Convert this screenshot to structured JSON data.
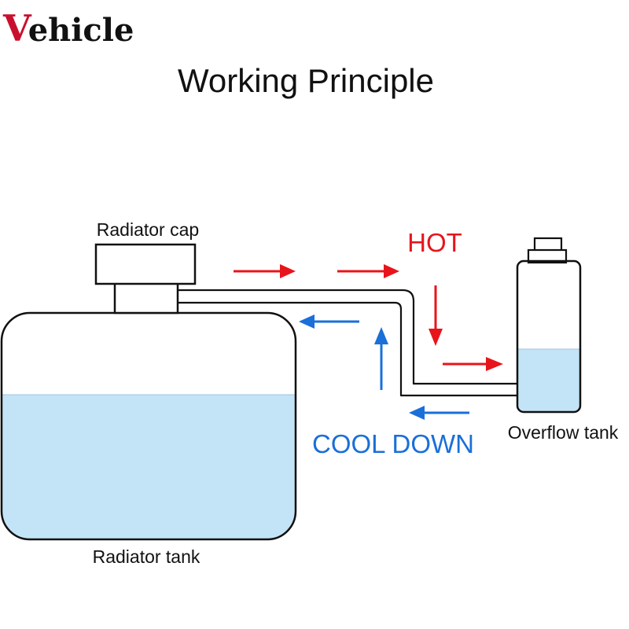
{
  "brand": {
    "first_letter": "V",
    "rest": "ehicle",
    "accent_color": "#c8102e"
  },
  "title": "Working Principle",
  "labels": {
    "radiator_cap": "Radiator cap",
    "radiator_tank": "Radiator tank",
    "overflow_tank": "Overflow tank",
    "hot": "HOT",
    "cool_down": "COOL DOWN"
  },
  "colors": {
    "hot": "#e8141b",
    "cool": "#1a6fd8",
    "coolant": "#c2e4f6",
    "outline": "#111111"
  },
  "arrows": {
    "hot": [
      "right",
      "right",
      "down",
      "right"
    ],
    "cool": [
      "left",
      "up",
      "left"
    ]
  }
}
